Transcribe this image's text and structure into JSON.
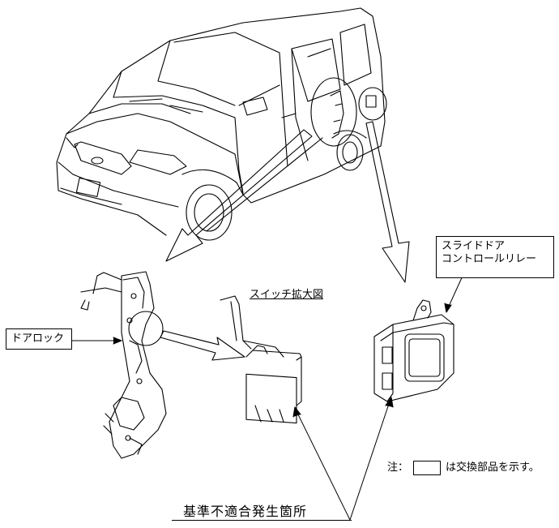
{
  "labels": {
    "door_lock": "ドアロック",
    "relay_line1": "スライドドア",
    "relay_line2": "コントロールリレー",
    "switch_title": "スイッチ拡大図",
    "note_prefix": "注：",
    "note_suffix": "は交換部品を示す。",
    "nonconformity": "基準不適合発生箇所"
  }
}
